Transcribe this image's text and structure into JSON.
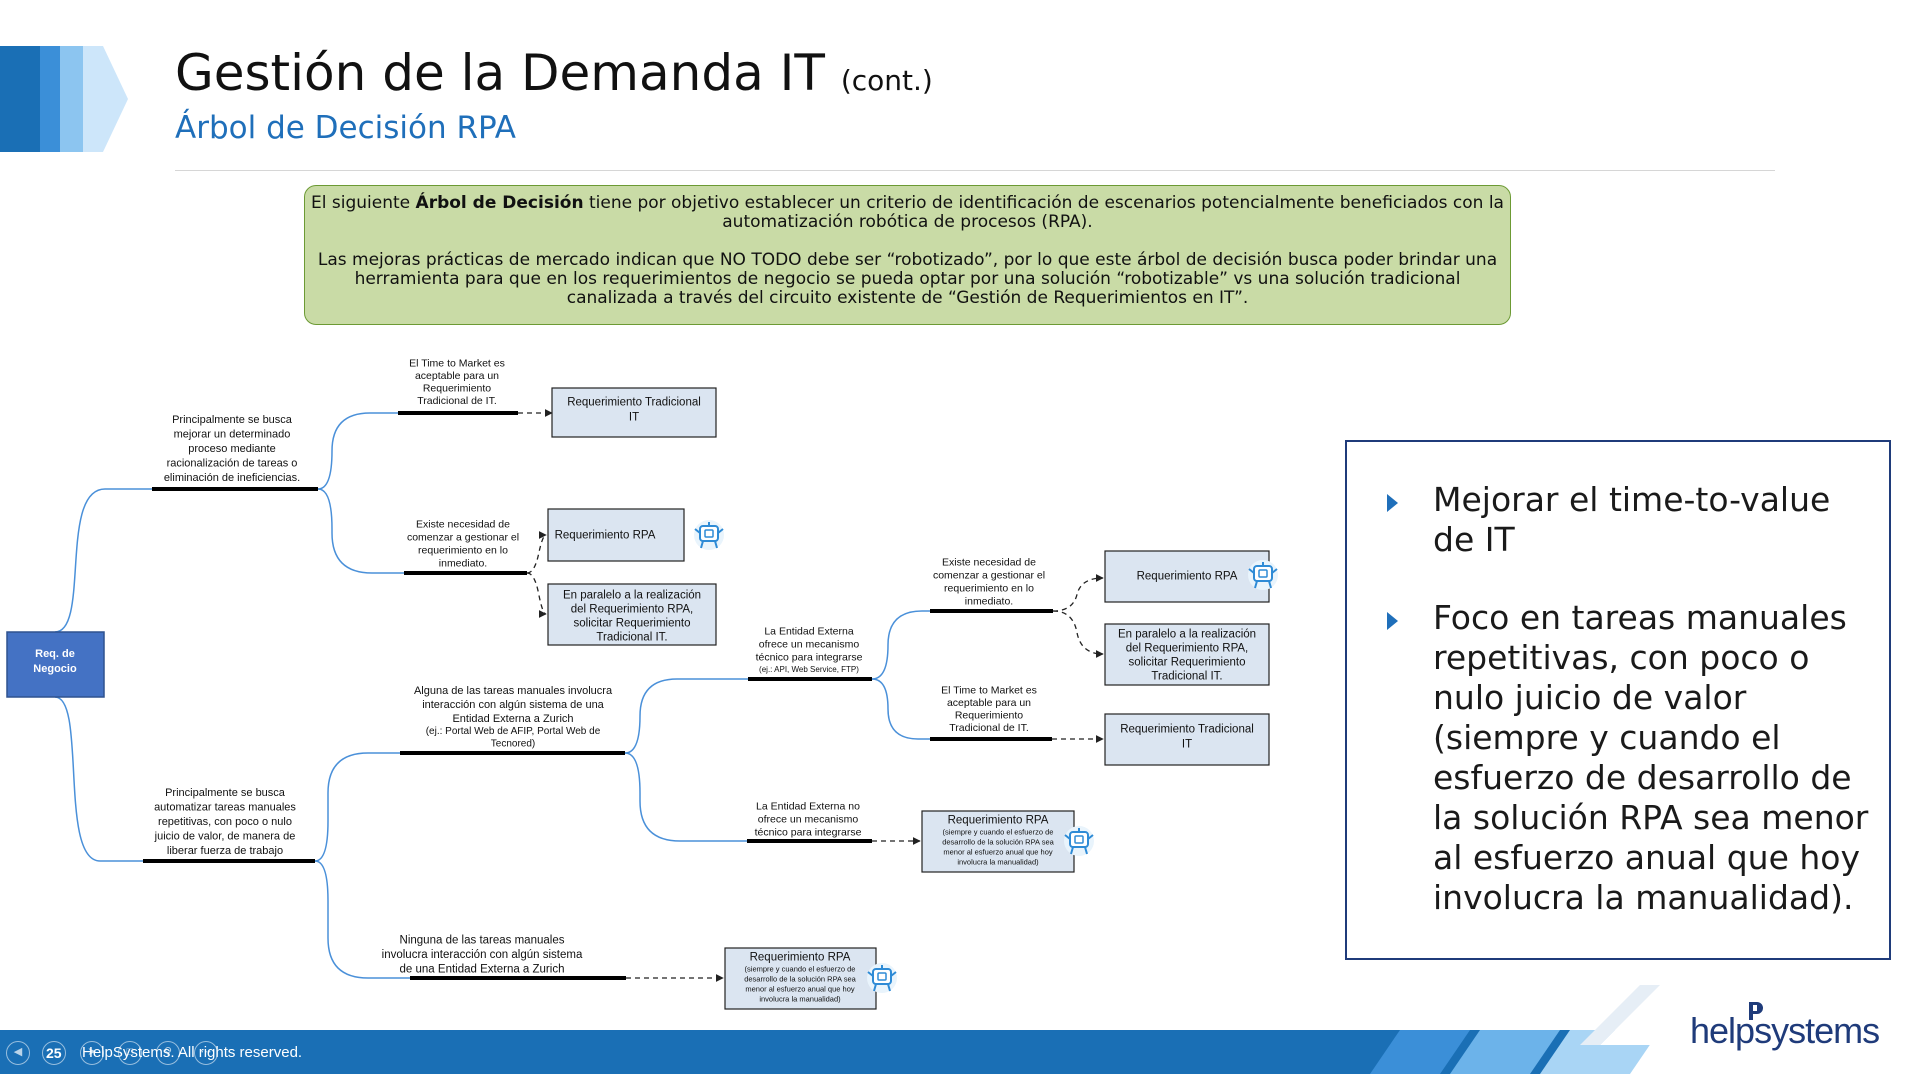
{
  "slide": {
    "title": "Gestión de la Demanda IT",
    "title_suffix": "(cont.)",
    "subtitle": "Árbol de Decisión RPA"
  },
  "intro": {
    "line1_pre": "El siguiente ",
    "line1_bold": "Árbol de Decisión",
    "line1_post": " tiene por objetivo establecer un criterio de identificación de escenarios potencialmente beneficiados con la automatización robótica de procesos (RPA).",
    "line2": "Las mejoras prácticas de mercado indican que NO TODO debe ser “robotizado”, por lo que este árbol de decisión busca poder brindar una herramienta para que en los requerimientos de negocio se pueda optar por una solución “robotizable” vs una solución tradicional canalizada a través del circuito existente de “Gestión de Requerimientos en IT”."
  },
  "tree": {
    "root": [
      "Req. de",
      "Negocio"
    ],
    "c1": [
      "Principalmente se busca",
      "mejorar un determinado",
      "proceso mediante",
      "racionalización de tareas o",
      "eliminación de ineficiencias."
    ],
    "c1a": [
      "El Time to Market es",
      "aceptable para un",
      "Requerimiento",
      "Tradicional de IT."
    ],
    "r1": [
      "Requerimiento Tradicional",
      "IT"
    ],
    "c1b": [
      "Existe necesidad de",
      "comenzar a gestionar el",
      "requerimiento en lo",
      "inmediato."
    ],
    "r2": [
      "Requerimiento RPA"
    ],
    "r3": [
      "En paralelo a la realización",
      "del Requerimiento RPA,",
      "solicitar Requerimiento",
      "Tradicional IT."
    ],
    "c2": [
      "Principalmente se busca",
      "automatizar tareas manuales",
      "repetitivas, con poco o nulo",
      "juicio de valor, de manera de",
      "liberar fuerza de trabajo"
    ],
    "c2a": [
      "Alguna de las tareas manuales involucra",
      "interacción con algún sistema de una",
      "Entidad Externa a Zurich"
    ],
    "c2a_small": [
      "(ej.: Portal Web de AFIP, Portal Web de",
      "Tecnored)"
    ],
    "c2a1": [
      "La Entidad Externa",
      "ofrece un mecanismo",
      "técnico para integrarse"
    ],
    "c2a1_small": "(ej.: API, Web Service, FTP)",
    "c2a1a": [
      "Existe necesidad de",
      "comenzar a gestionar el",
      "requerimiento en lo",
      "inmediato."
    ],
    "r4": [
      "Requerimiento RPA"
    ],
    "r5": [
      "En paralelo a la realización",
      "del Requerimiento RPA,",
      "solicitar Requerimiento",
      "Tradicional IT."
    ],
    "c2a1b": [
      "El Time to Market es",
      "aceptable para un",
      "Requerimiento",
      "Tradicional de IT."
    ],
    "r6": [
      "Requerimiento Tradicional",
      "IT"
    ],
    "c2a2": [
      "La Entidad Externa no",
      "ofrece un mecanismo",
      "técnico para integrarse"
    ],
    "r7_title": "Requerimiento RPA",
    "r7_note": [
      "(siempre y cuando el esfuerzo de",
      "desarrollo de la solución RPA sea",
      "menor al esfuerzo anual que hoy",
      "involucra la manualidad)"
    ],
    "c2b": [
      "Ninguna de las tareas manuales",
      "involucra interacción con algún sistema",
      "de una Entidad Externa a Zurich"
    ],
    "r8_title": "Requerimiento RPA",
    "r8_note": [
      "(siempre y cuando el esfuerzo de",
      "desarrollo de la solución RPA sea",
      "menor al esfuerzo anual que hoy",
      "involucra la manualidad)"
    ]
  },
  "side_panel": {
    "bullets": [
      "Mejorar el time-to-value de IT",
      "Foco en tareas manuales repetitivas, con poco o nulo juicio de valor (siempre y cuando el esfuerzo de desarrollo de la solución RPA sea menor al esfuerzo anual que hoy involucra la manualidad)."
    ]
  },
  "footer": {
    "page_number": "25",
    "copyright": "HelpSystems. All rights reserved.",
    "logo_part1": "help",
    "logo_part2": "systems",
    "nav_icons": [
      "prev-icon",
      "next-icon",
      "menu-icon",
      "zoom-icon",
      "more-icon"
    ]
  },
  "colors": {
    "title_blue": "#1f6fba",
    "intro_fill": "#c9dba6",
    "intro_border": "#6c9a34",
    "root_fill": "#4472c4",
    "panel_border": "#1f3b7a",
    "footer_blue": "#1a6fb5",
    "robot_blue": "#2e8bd6"
  }
}
